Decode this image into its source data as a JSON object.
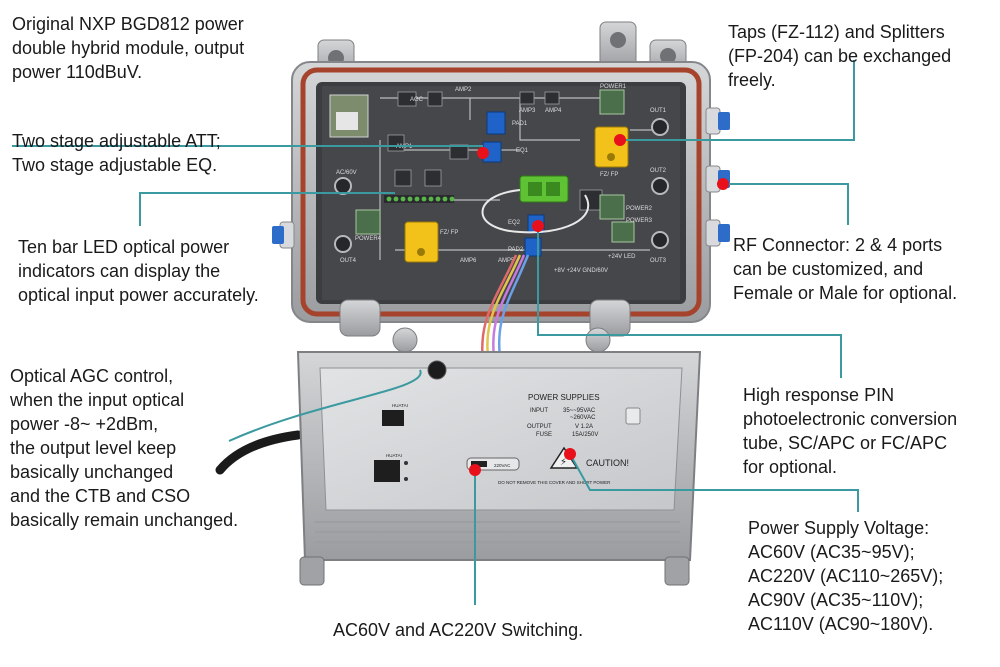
{
  "callouts": {
    "nxp_module": [
      "Original NXP BGD812 power",
      "double hybrid module, output",
      "power 110dBuV."
    ],
    "att_eq": [
      "Two stage adjustable ATT;",
      "Two stage adjustable EQ."
    ],
    "led_bar": [
      "Ten bar LED optical power",
      "indicators can display the",
      "optical input power accurately."
    ],
    "agc": [
      "Optical AGC control,",
      "when the input optical",
      "power -8~ +2dBm,",
      "the output level keep",
      "basically unchanged",
      "and the CTB and CSO",
      "basically remain unchanged."
    ],
    "taps": [
      "Taps (FZ-112) and Splitters",
      "(FP-204) can be exchanged",
      "freely."
    ],
    "rf_connector": [
      "RF Connector: 2 & 4 ports",
      "can be customized, and",
      "Female or Male for optional."
    ],
    "pin_tube": [
      "High response PIN",
      "photoelectronic conversion",
      "tube, SC/APC or FC/APC",
      "for optional."
    ],
    "power_voltage": [
      "Power Supply Voltage:",
      "AC60V (AC35~95V);",
      "AC220V (AC110~265V);",
      "AC90V (AC35~110V);",
      "AC110V (AC90~180V)."
    ],
    "switching": "AC60V and AC220V Switching."
  },
  "board_labels": {
    "amp1": "AMP1",
    "amp2": "AMP2",
    "amp3": "AMP3",
    "amp4": "AMP4",
    "amp5": "AMP5",
    "amp6": "AMP6",
    "pad1": "PAD1",
    "pad2": "PAD2",
    "eq1": "EQ1",
    "eq2": "EQ2",
    "fz_fp_right": "FZ/ FP",
    "fz_fp_left": "FZ/ FP",
    "out1": "OUT1",
    "out2": "OUT2",
    "out3": "OUT3",
    "out4": "OUT4",
    "power1": "POWER1",
    "power2": "POWER2",
    "power3": "POWER3",
    "power4": "POWER4",
    "ac60v": "AC/60V",
    "agc": "AGC",
    "v24": "+24V\nLED",
    "supply_rail": "+8V +24V GND/60V"
  },
  "lid_labels": {
    "title": "POWER SUPPLIES",
    "input": "INPUT",
    "input_values": [
      "35~~95VAC",
      "~260VAC"
    ],
    "output": "OUTPUT",
    "output_value": "V 1.2A",
    "fuse": "FUSE",
    "fuse_value": "15A/250V",
    "caution": "CAUTION!",
    "warning": "DO NOT REMOVE THIS COVER AND SHORT POWER",
    "switch_right": "220VAC",
    "sticker_top": "HUATAI",
    "sticker_bottom": "HUATAI"
  },
  "colors": {
    "callout_line": "#3a9aa0",
    "marker_dot": "#e8101a",
    "housing": "#c2c4c6",
    "panel": "#3c3d40",
    "gasket": "#a6432c",
    "tap_module": "#f2c21a",
    "sc_adapter": "#5fc234",
    "pad_blue": "#1f63c8",
    "lid_plate": "#d7d8da"
  }
}
